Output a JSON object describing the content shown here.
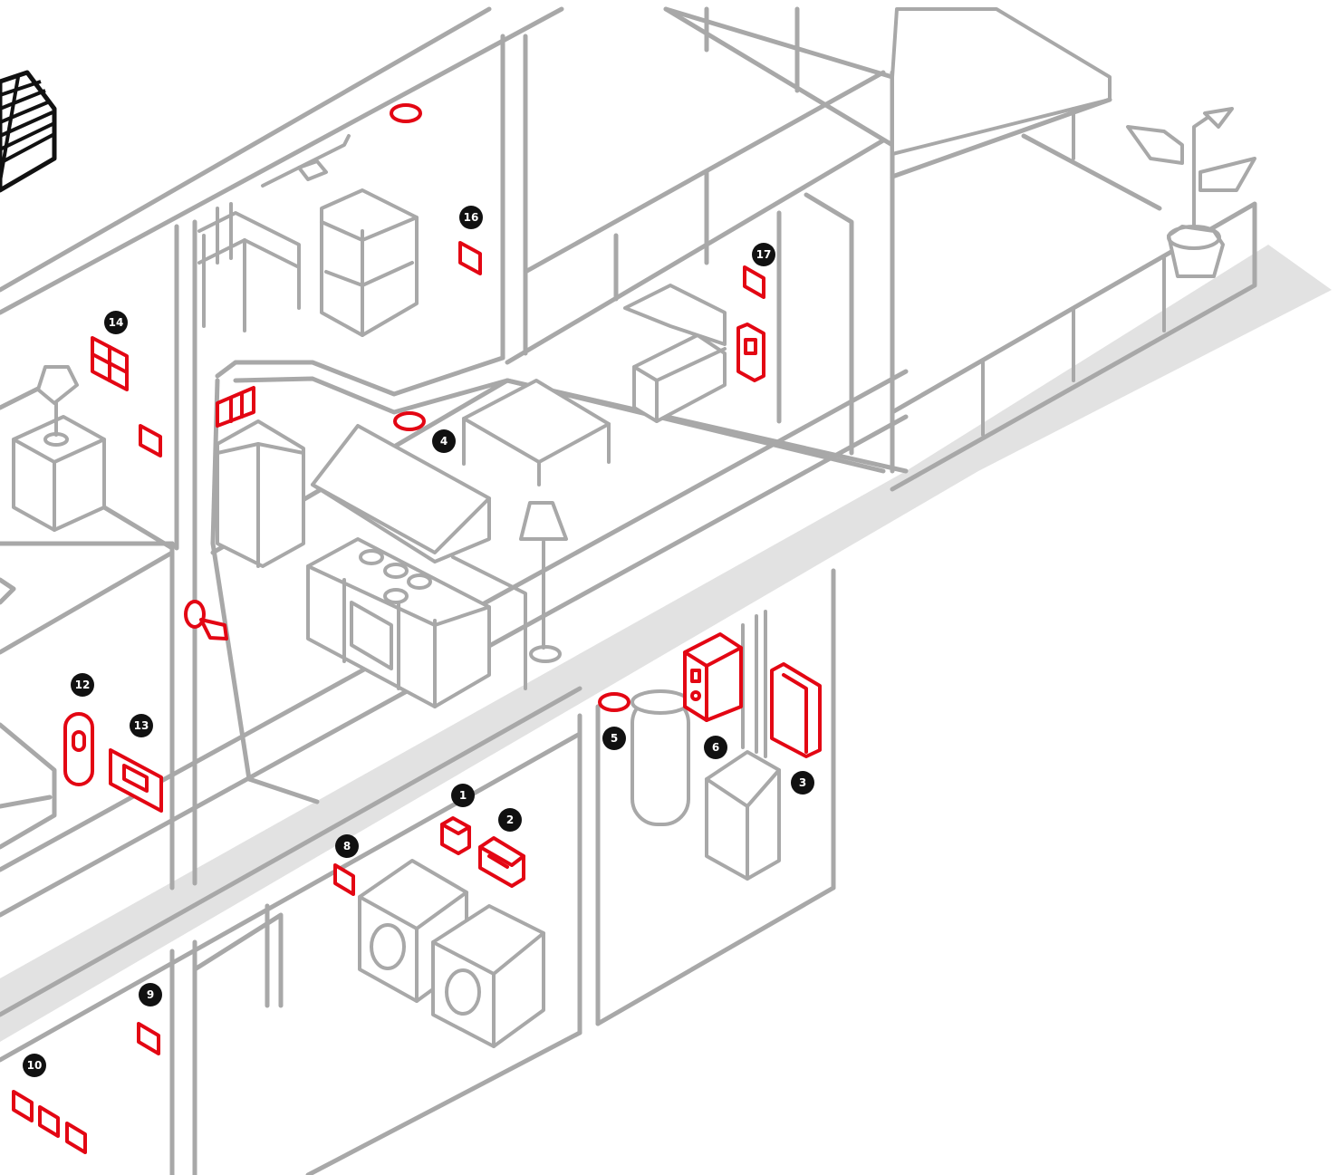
{
  "colors": {
    "structure": "#a8a8a8",
    "device": "#e30613",
    "marker": "#111111",
    "floor_shadow": "#e2e2e2"
  },
  "markers": [
    {
      "id": "marker-1",
      "label": "1"
    },
    {
      "id": "marker-2",
      "label": "2"
    },
    {
      "id": "marker-3",
      "label": "3"
    },
    {
      "id": "marker-4",
      "label": "4"
    },
    {
      "id": "marker-5",
      "label": "5"
    },
    {
      "id": "marker-6",
      "label": "6"
    },
    {
      "id": "marker-8",
      "label": "8"
    },
    {
      "id": "marker-9",
      "label": "9"
    },
    {
      "id": "marker-10",
      "label": "10"
    },
    {
      "id": "marker-12",
      "label": "12"
    },
    {
      "id": "marker-13",
      "label": "13"
    },
    {
      "id": "marker-14",
      "label": "14"
    },
    {
      "id": "marker-16",
      "label": "16"
    },
    {
      "id": "marker-17",
      "label": "17"
    }
  ]
}
